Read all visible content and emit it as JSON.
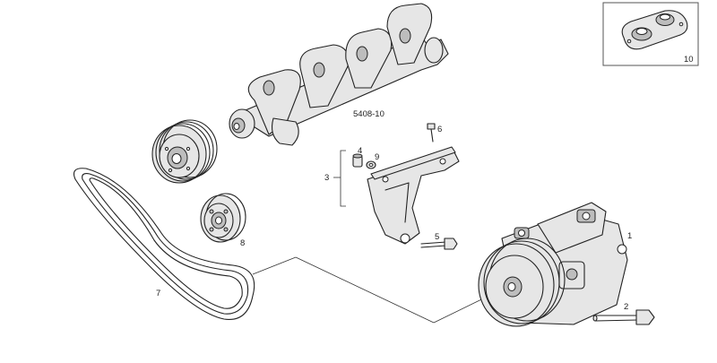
{
  "callouts": {
    "p1": "1",
    "p2": "2",
    "p3": "3",
    "p4": "4",
    "p5": "5",
    "p6": "6",
    "p7": "7",
    "p8": "8",
    "p9": "9",
    "p10": "10",
    "ref": "5408-10"
  }
}
